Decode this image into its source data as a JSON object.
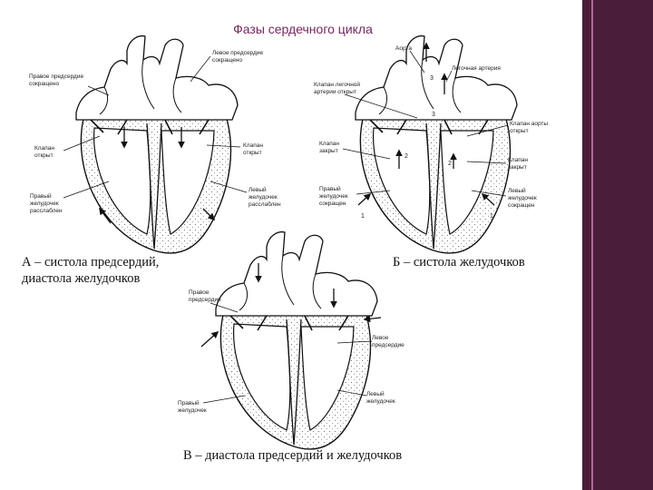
{
  "title": "Фазы сердечного цикла",
  "captions": {
    "a": "А – систола предсердий,",
    "a2": "диастола желудочков",
    "b": "Б – систола желудочков",
    "v": "В – диастола предсердий и желудочков"
  },
  "diagram_a": {
    "left_atrium_1": "Левое предсердие",
    "left_atrium_2": "сокращено",
    "right_atrium_1": "Правое предсердие",
    "right_atrium_2": "сокращено",
    "valve_left_1": "Клапан",
    "valve_left_2": "открыт",
    "valve_right_1": "Клапан",
    "valve_right_2": "открыт",
    "right_vent_1": "Правый",
    "right_vent_2": "желудочек",
    "right_vent_3": "расслаблен",
    "left_vent_1": "Левый",
    "left_vent_2": "желудочек",
    "left_vent_3": "расслаблен"
  },
  "diagram_b": {
    "aorta": "Аорта",
    "pulm_artery": "Легочная артерия",
    "pulm_valve_1": "Клапан легочной",
    "pulm_valve_2": "артерии открыт",
    "aortic_valve_1": "Клапан аорты",
    "aortic_valve_2": "открыт",
    "valve_closed_l_1": "Клапан",
    "valve_closed_l_2": "закрыт",
    "valve_closed_r_1": "Клапан",
    "valve_closed_r_2": "закрыт",
    "right_vent_1": "Правый",
    "right_vent_2": "желудочек",
    "right_vent_3": "сокращен",
    "left_vent_1": "Левый",
    "left_vent_2": "желудочек",
    "left_vent_3": "сокращен",
    "n1": "1",
    "n2": "2",
    "n3": "3"
  },
  "diagram_v": {
    "right_atrium_1": "Правое",
    "right_atrium_2": "предсердие",
    "left_atrium_1": "Левое",
    "left_atrium_2": "предсердие",
    "right_vent_1": "Правый",
    "right_vent_2": "желудочек",
    "left_vent_1": "Левый",
    "left_vent_2": "желудочек"
  }
}
